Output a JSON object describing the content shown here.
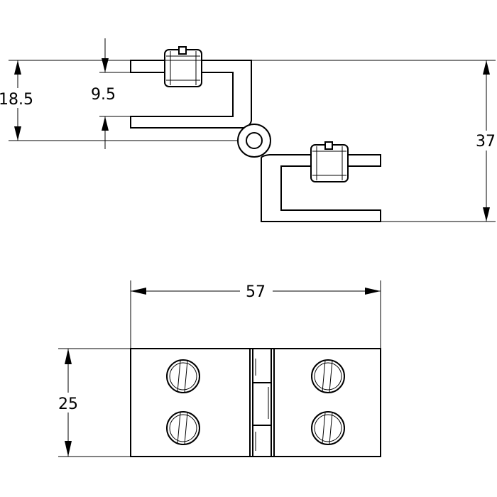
{
  "drawing": {
    "colors": {
      "line": "#000000",
      "background": "#ffffff"
    },
    "dimensions": {
      "clamp_height": "18.5",
      "slot_height": "9.5",
      "total_height": "37",
      "total_width": "57",
      "leaf_width": "25"
    }
  }
}
